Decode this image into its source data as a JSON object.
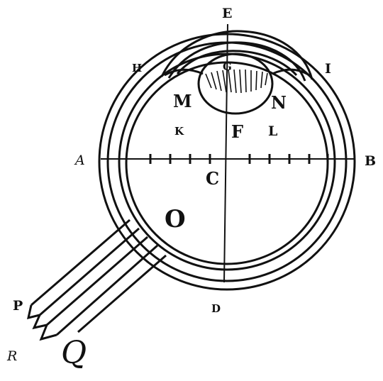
{
  "figure": {
    "labels": {
      "E": "E",
      "G": "G",
      "H": "H",
      "I": "I",
      "M": "M",
      "N": "N",
      "K": "K",
      "F": "F",
      "L": "L",
      "A": "A",
      "B": "B",
      "C": "C",
      "O": "O",
      "D": "D",
      "P": "P",
      "R": "R",
      "Q": "Q"
    },
    "colors": {
      "ink": "#111111",
      "paper": "#ffffff"
    }
  }
}
